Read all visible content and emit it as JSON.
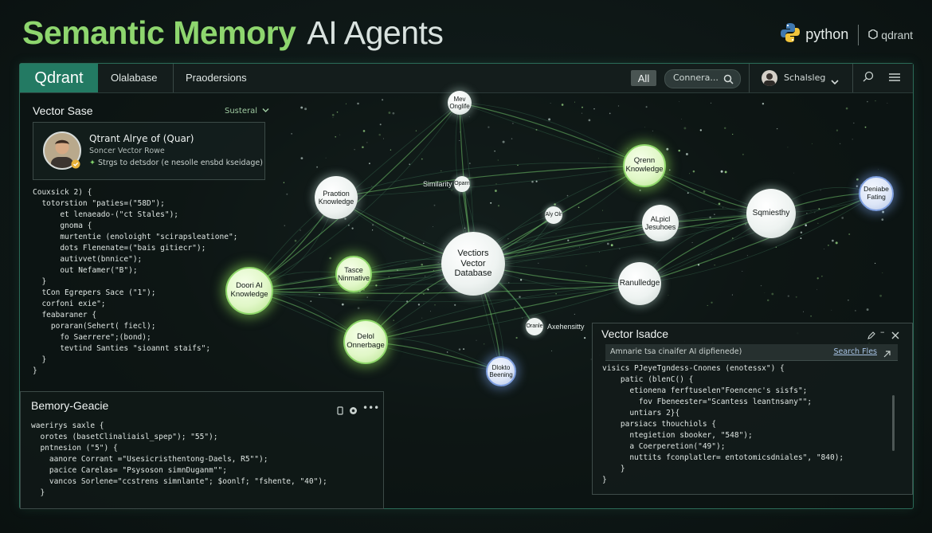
{
  "hero": {
    "title_a": "Semantic Memory",
    "title_b": "AI Agents"
  },
  "brands": {
    "python": "python",
    "qdrant": "qdrant"
  },
  "topbar": {
    "logo": "Qdrant",
    "tabs": [
      "Olalabase",
      "Praodersions"
    ],
    "all_label": "All",
    "search_value": "Connera...",
    "user_name": "Schalsleg"
  },
  "left_panel": {
    "title": "Vector Sase",
    "dropdown": "Susteral",
    "profile": {
      "name": "Qtrant Alrye of (Quar)",
      "subtitle": "Soncer Vector Rowe",
      "description": "Strgs to detsdor (e nesolle ensbd kseidage)"
    },
    "code": [
      "Couxsick 2) {",
      "  totorstion \"paties=(\"58D\");",
      "      et lenaeado-(\"ct Stales\");",
      "      gnoma {",
      "      murtentie (enoloight \"scirapsleatione\";",
      "      dots Flenenate=(\"bais gitiecr\");",
      "      autivvet(bnnice\");",
      "      out Nefamer(\"B\");",
      "  }",
      "  tCon Egrepers Sace (\"1\");",
      "  corfoni exie\";",
      "  feabaraner {",
      "    poraran(Sehert( fiecl);",
      "      fo Saerrere\";(bond);",
      "      tevtind Santies \"sioannt staifs\";",
      "  }",
      "}"
    ]
  },
  "bottom_panel": {
    "title": "Bemory-Geacie",
    "code": [
      "waerirys saxle {",
      "  orotes (basetClinaliaisl_spep\"); \"55\");",
      "  pntnesion (\"5\") {",
      "    aanore Corrant =\"Usesicristhentong-Daels, R5\"\");",
      "    pacice Carelas= \"Psysoson simnDuganm\"\";",
      "    vancos Sorlene=\"ccstrens simnlante\"; $oonlf; \"fshente, \"40\");",
      "  }"
    ]
  },
  "right_panel": {
    "title": "Vector lsadce",
    "search_value": "Amnarie tsa cinaifer AI dipfienede)",
    "search_link": "Search Fles",
    "code": [
      "visics PJeyeTgndess-Cnones (enotessx\") {",
      "    patic (blenC() {",
      "      etionena ferftuselen\"Foencenc's sisfs\";",
      "        fov Fbeneester=\"Scantess leantnsany\"\";",
      "      untiars 2}{",
      "    parsiacs thouchiols {",
      "      ntegietion sbooker, \"548\");",
      "      a Coerperetion(\"49\");",
      "      nuttits fconplatler= entotomicsdniales\", \"840);",
      "    }",
      "}"
    ]
  },
  "graph": {
    "nodes": [
      {
        "id": "n1",
        "label": "Mev Onglife",
        "style": "white"
      },
      {
        "id": "n2",
        "label": "Oparn",
        "style": "small"
      },
      {
        "id": "n3",
        "label": "Praotion Knowledge",
        "style": "white"
      },
      {
        "id": "n4",
        "label": "Aly Olr",
        "style": "small"
      },
      {
        "id": "n5",
        "label": "Vectiors Vector Database",
        "style": "white"
      },
      {
        "id": "n6",
        "label": "Tasce Ninmative",
        "style": "green"
      },
      {
        "id": "n7",
        "label": "Doori AI Knowledge",
        "style": "green"
      },
      {
        "id": "n8",
        "label": "Delol Onnerbage",
        "style": "green"
      },
      {
        "id": "n9",
        "label": "Dlokto Beening",
        "style": "blue"
      },
      {
        "id": "n10",
        "label": "Oranle",
        "style": "small"
      },
      {
        "id": "n11",
        "label": "Qrenn Knowledge",
        "style": "green"
      },
      {
        "id": "n12",
        "label": "ALpicl Jesuhoes",
        "style": "white"
      },
      {
        "id": "n13",
        "label": "Ranulledge",
        "style": "white"
      },
      {
        "id": "n14",
        "label": "Sqmiesthy",
        "style": "white"
      },
      {
        "id": "n15",
        "label": "Deniabe Fating",
        "style": "blue"
      }
    ],
    "labels": [
      "Similarity",
      "Axehensitty"
    ]
  },
  "colors": {
    "accent": "#8ed66e",
    "logo_bg": "#237a63",
    "frame_border": "#2b6b58",
    "node_glow": "#8fd86a",
    "link": "#a8c4e6"
  }
}
